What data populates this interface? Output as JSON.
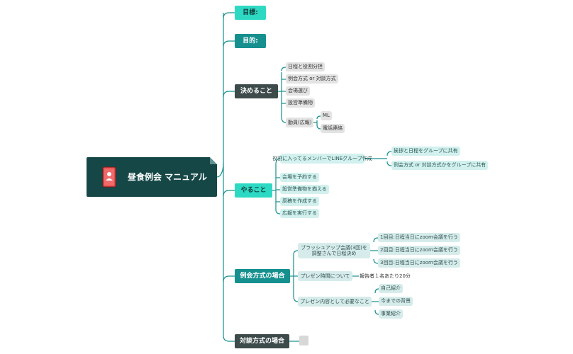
{
  "root": {
    "title": "昼食例会 マニュアル"
  },
  "branches": {
    "mokuhyo": "目標:",
    "mokuteki": "目的:",
    "kimeru": {
      "label": "決めること",
      "items": [
        "日程と役割分担",
        "例会方式 or 対談方式",
        "会場選び",
        "設営準備物",
        "動員(広報)"
      ],
      "doin_children": [
        "ML",
        "電話連絡"
      ]
    },
    "yaru": {
      "label": "やること",
      "first": "役割に入ってるメンバーでLINEグループ作成",
      "first_children": [
        "挨拶と日程をグループに共有",
        "例会方式 or 対談方式かをグループに共有"
      ],
      "items": [
        "会場を予約する",
        "設営準備物を揃える",
        "原稿を作成する",
        "広報を実行する"
      ]
    },
    "reikai": {
      "label": "例会方式の場合",
      "brushup": "ブラッシュアップ会議(3回)を\n調整さんで日程決め",
      "brushup_children": [
        "1回目:日程当日にzoom会議を行う",
        "2回目:日程当日にzoom会議を行う",
        "3回目:日程当日にzoom会議を行う"
      ],
      "presen_time": "プレゼン時間について",
      "presen_time_child": "報告者１名あたり20分",
      "presen_content": "プレゼン内容として必要なこと",
      "presen_children": [
        "自己紹介",
        "今までの背景",
        "事業紹介"
      ]
    },
    "taidan": {
      "label": "対談方式の場合"
    }
  },
  "colors": {
    "root": "#164747",
    "accent": "#2ed9c4",
    "teal": "#16908e",
    "dark": "#3d4b4a",
    "line": "#16908e"
  },
  "icons": {
    "root_icon": "address-book-icon"
  }
}
